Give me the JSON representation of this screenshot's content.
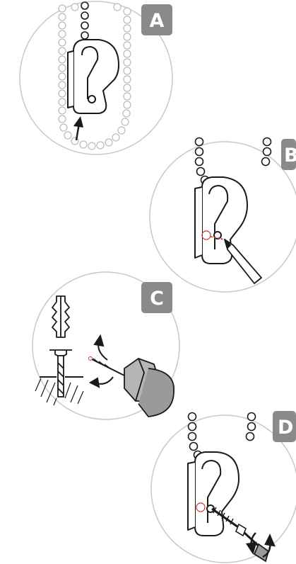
{
  "steps": [
    {
      "label": "A",
      "description_icons": [
        "cord-tensioner-icon",
        "bead-chain-icon",
        "up-arrow-icon"
      ]
    },
    {
      "label": "B",
      "description_icons": [
        "cord-tensioner-icon",
        "pencil-icon",
        "mark-icon"
      ]
    },
    {
      "label": "C",
      "description_icons": [
        "wall-plug-icon",
        "drill-bit-icon",
        "drill-icon",
        "rotation-icon"
      ]
    },
    {
      "label": "D",
      "description_icons": [
        "cord-tensioner-icon",
        "screw-icon",
        "screwdriver-icon",
        "rotation-icon"
      ]
    }
  ],
  "colors": {
    "badge": "#8a8a8a",
    "circle_stroke": "#c8c8c8",
    "line": "#1a1a1a",
    "beads": "#bdbdbd",
    "mark_red": "#d0342c",
    "drill_body": "#9a9a9a"
  }
}
